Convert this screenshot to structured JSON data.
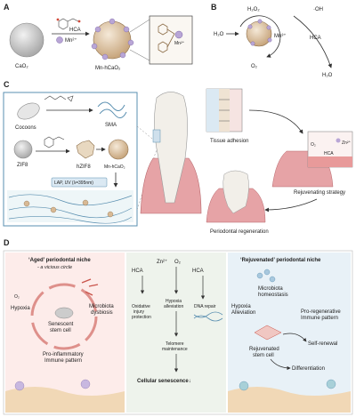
{
  "colors": {
    "panel_c_border": "#5a8fb0",
    "panel_d_left_bg": "#fdecea",
    "panel_d_mid_bg": "#eef3ec",
    "panel_d_right_bg": "#e8f1f7",
    "gum_pink": "#e6a3a6",
    "tooth_white": "#f2efe9",
    "hca_teal": "#6aa5a9",
    "mn_lilac": "#b9a6d6",
    "arrow_red": "#c9544b"
  },
  "panel_a": {
    "label": "A",
    "cao2": "CaO₂",
    "hca": "HCA",
    "mn": "Mn²⁺",
    "mn_hcao2": "Mn-hCaO₂",
    "mn_inset": "Mn²⁺"
  },
  "panel_b": {
    "label": "B",
    "h2o2": "H₂O₂",
    "oh": "·OH",
    "h2o_in": "H₂O",
    "mn3": "Mn³⁺",
    "hca": "HCA",
    "h2o_out": "H₂O",
    "o2": "O₂"
  },
  "panel_c": {
    "label": "C",
    "cocoons": "Cocoons",
    "sma": "SMA",
    "zif8": "ZIF8",
    "hzif8": "hZIF8",
    "mn_hcao2": "Mn-hCaO₂",
    "lap_uv": "LAP, UV (λ=395nm)",
    "tissue_adhesion": "Tissue adhesion",
    "o2": "O₂",
    "zn": "Zn²⁺",
    "hca": "HCA",
    "rejuvenating": "Rejuvenating strategy",
    "periodontal_regen": "Periodontal regeneration"
  },
  "panel_d": {
    "label": "D",
    "aged_title": "‘Aged’ periodontal niche",
    "aged_sub": "- a vicious circle",
    "o2": "O₂",
    "hypoxia": "Hypoxia",
    "senescent": "Senescent",
    "stem_cell": "stem cell",
    "microbiota": "Microbiota",
    "dysbiosis": "dysbiosis",
    "pro_inflam_1": "Pro-inflammatory",
    "pro_inflam_2": "Immune pattern",
    "mid_hca_left": "HCA",
    "mid_zn": "Zn²⁺",
    "mid_o2": "O₂",
    "mid_hca_right": "HCA",
    "oxidative_1": "Oxidative",
    "oxidative_2": "injury",
    "oxidative_3": "protection",
    "hypoxia_all_1": "Hypoxia",
    "hypoxia_all_2": "alleviation",
    "dna_repair": "DNA repair",
    "telomere_1": "Telomere",
    "telomere_2": "maintenance",
    "cell_sen": "Cellular senescence↓",
    "rejuv_title": "‘Rejuvenated’ periodontal niche",
    "microbiota_h1": "Microbiota",
    "microbiota_h2": "homeostasis",
    "hyp_all_1": "Hypoxia",
    "hyp_all_2": "Alleviation",
    "pro_regen_1": "Pro-regenerative",
    "pro_regen_2": "Immune pattern",
    "rejuv_stem_1": "Rejuvenated",
    "rejuv_stem_2": "stem cell",
    "self_renewal": "Self-renewal",
    "differentiation": "Differentiation"
  }
}
